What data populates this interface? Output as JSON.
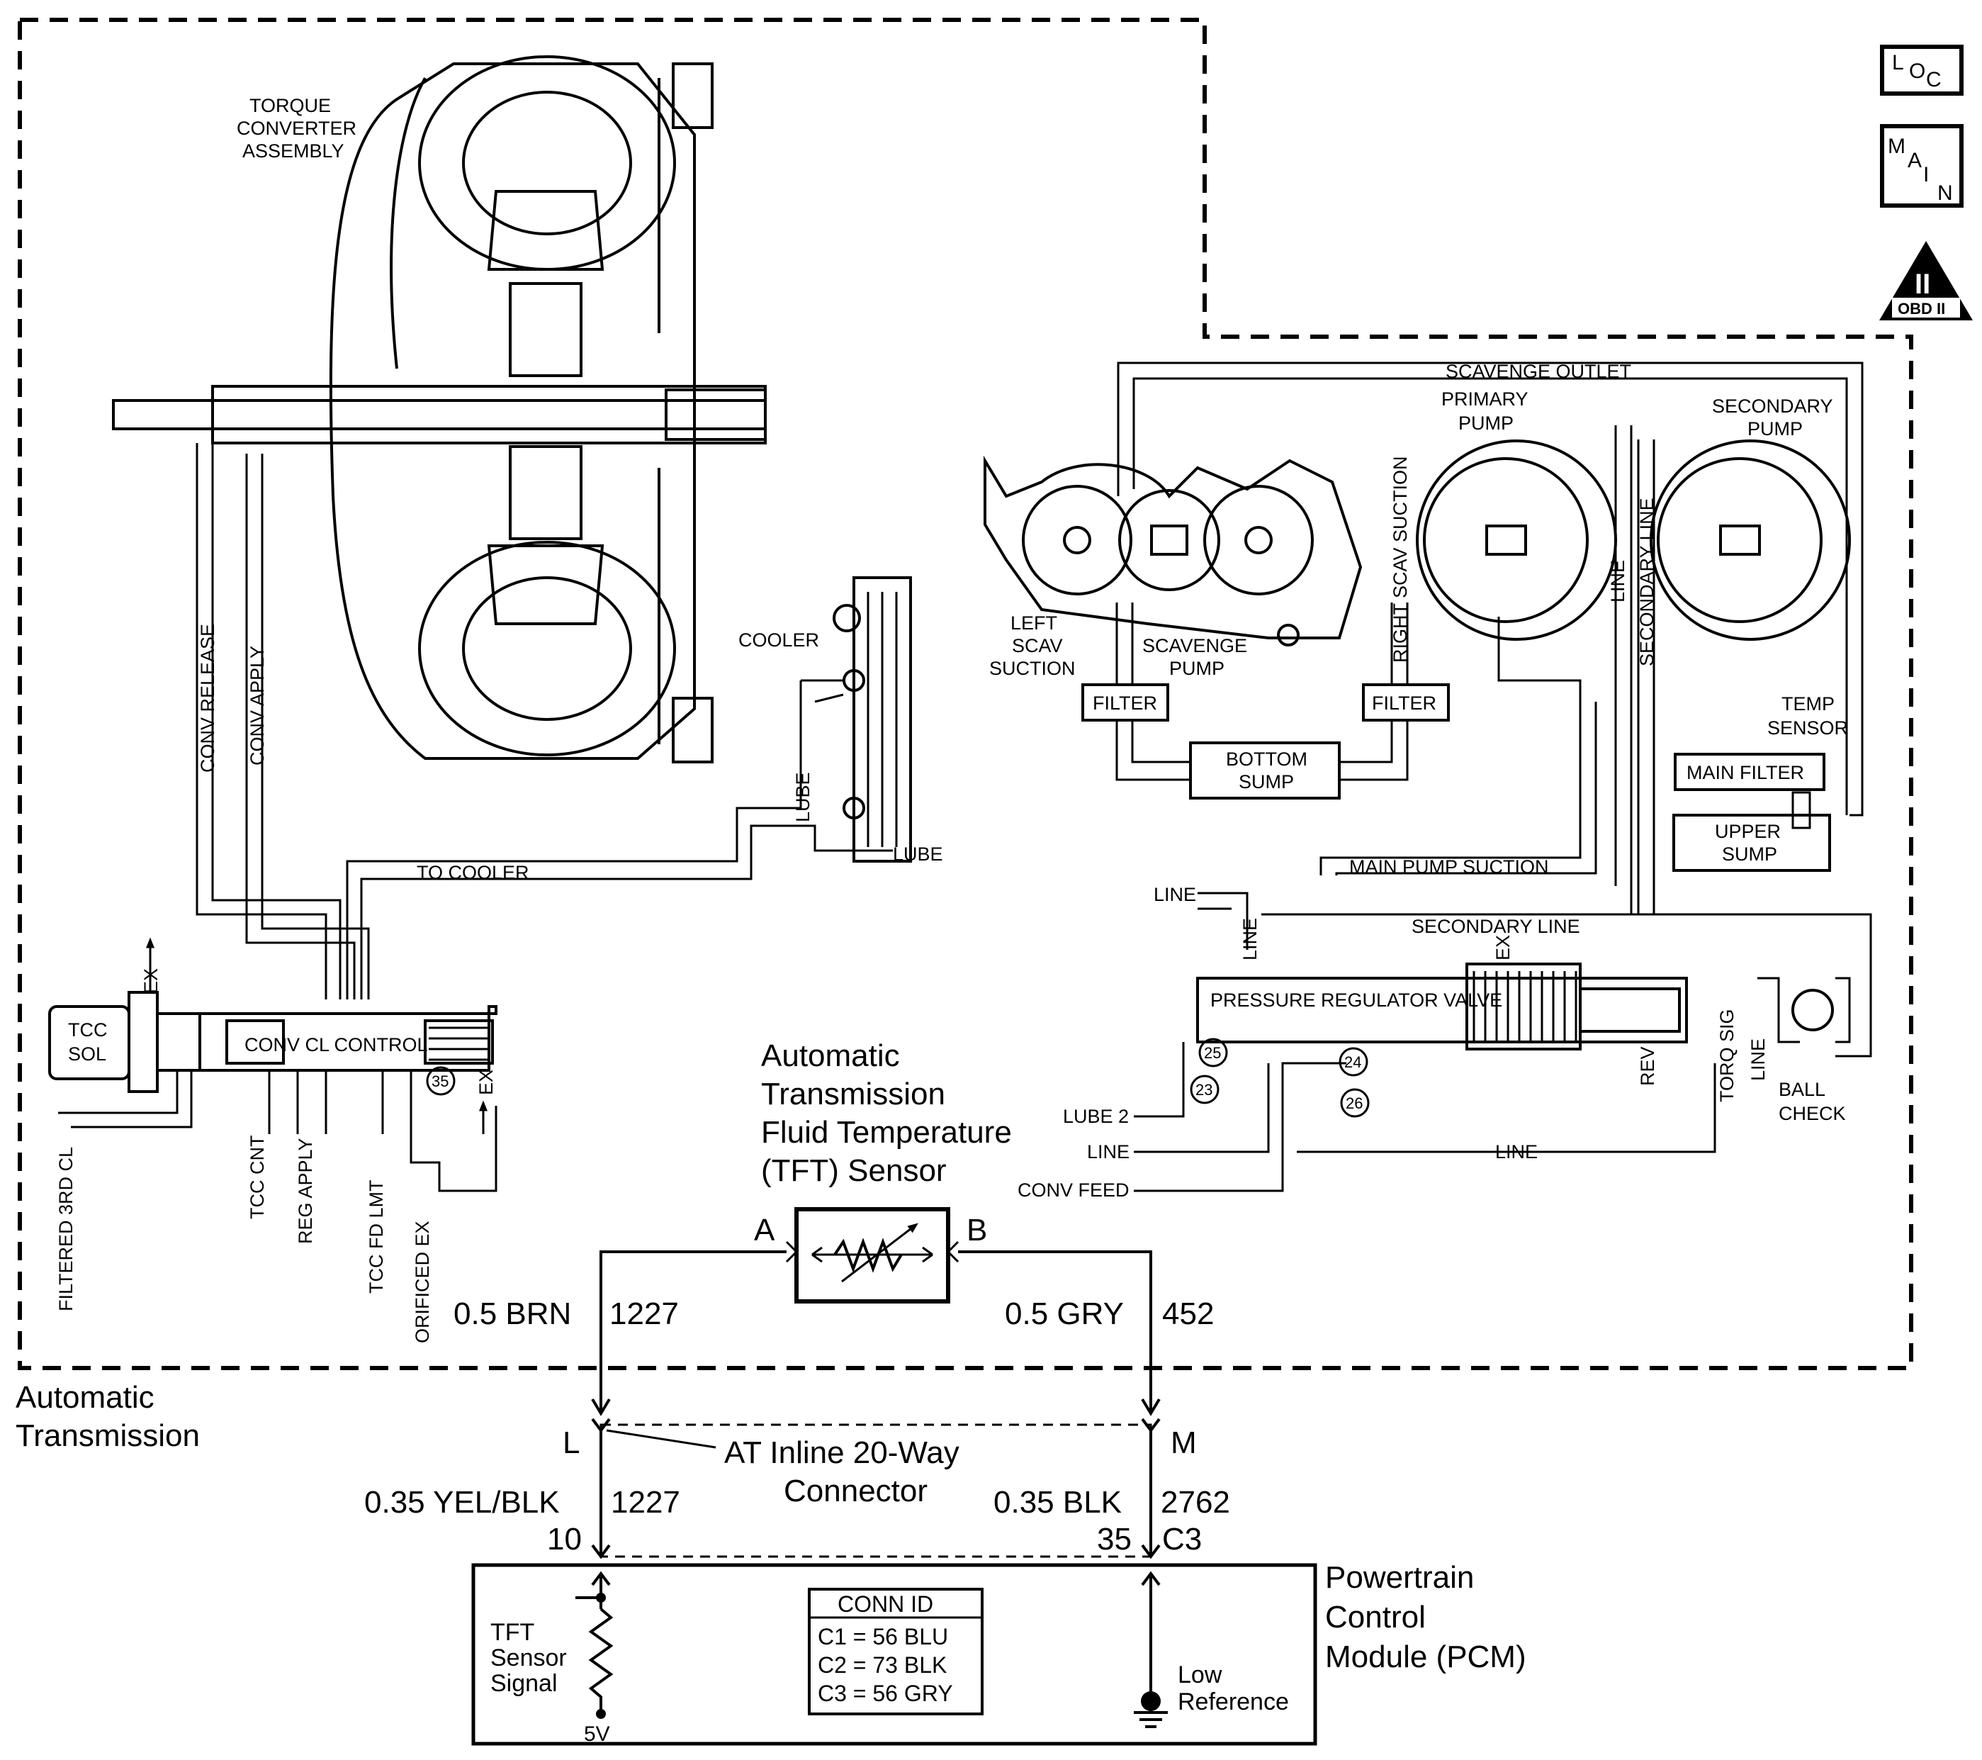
{
  "nav": {
    "loc": [
      "L",
      "O",
      "C"
    ],
    "main": [
      "M",
      "A",
      "I",
      "N"
    ],
    "obd_numeral": "II",
    "obd_text": "OBD II"
  },
  "transmission": {
    "region_label_1": "Automatic",
    "region_label_2": "Transmission",
    "torque_converter": [
      "TORQUE",
      "CONVERTER",
      "ASSEMBLY"
    ],
    "cooler": "COOLER",
    "lube": "LUBE",
    "lube_out": "LUBE",
    "to_cooler": "TO COOLER",
    "conv_release": "CONV RELEASE",
    "conv_apply": "CONV APPLY",
    "tcc_sol": [
      "TCC",
      "SOL"
    ],
    "ex_top": "EX",
    "ex_right": "EX",
    "conv_cl_control": "CONV CL CONTROL",
    "valve_num_35": "35",
    "filtered_3rd_cl": "FILTERED 3RD CL",
    "tcc_cnt": "TCC CNT",
    "reg_apply": "REG APPLY",
    "tcc_fd_lmt": "TCC FD LMT",
    "orificed_ex": "ORIFICED EX",
    "scavenge_outlet": "SCAVENGE OUTLET",
    "primary_pump": [
      "PRIMARY",
      "PUMP"
    ],
    "secondary_pump": [
      "SECONDARY",
      "PUMP"
    ],
    "left_scav": [
      "LEFT",
      "SCAV",
      "SUCTION"
    ],
    "scavenge_pump": [
      "SCAVENGE",
      "PUMP"
    ],
    "right_scav_suction": "RIGHT SCAV SUCTION",
    "line_vertical": "LINE",
    "secondary_line_vertical": "SECONDARY LINE",
    "filter_left": "FILTER",
    "filter_right": "FILTER",
    "bottom_sump": [
      "BOTTOM",
      "SUMP"
    ],
    "temp_sensor": [
      "TEMP",
      "SENSOR"
    ],
    "main_filter": "MAIN FILTER",
    "upper_sump": [
      "UPPER",
      "SUMP"
    ],
    "main_pump_suction": "MAIN PUMP SUCTION",
    "line_left": "LINE",
    "line_vert2": "LINE",
    "secondary_line": "SECONDARY LINE",
    "ex_reg": "EX",
    "pressure_regulator_valve": "PRESSURE REGULATOR VALVE",
    "n25": "25",
    "n23": "23",
    "n24": "24",
    "n26": "26",
    "lube_2": "LUBE 2",
    "line_in": "LINE",
    "line_bottom": "LINE",
    "conv_feed": "CONV FEED",
    "rev": "REV",
    "torq_sig": "TORQ SIG",
    "line_vert3": "LINE",
    "ball_check": [
      "BALL",
      "CHECK"
    ]
  },
  "sensor": {
    "title": [
      "Automatic",
      "Transmission",
      "Fluid Temperature",
      "(TFT) Sensor"
    ],
    "pin_a": "A",
    "pin_b": "B"
  },
  "wiring": {
    "wire_left_size": "0.5 BRN",
    "wire_left_circuit": "1227",
    "wire_right_size": "0.5 GRY",
    "wire_right_circuit": "452",
    "connector_pin_left": "L",
    "connector_pin_right": "M",
    "connector_name": [
      "AT Inline 20-Way",
      "Connector"
    ],
    "pcm_wire_left_size": "0.35 YEL/BLK",
    "pcm_wire_left_circuit": "1227",
    "pcm_wire_right_size": "0.35 BLK",
    "pcm_wire_right_circuit": "2762",
    "pcm_pin_left": "10",
    "pcm_pin_right": "35",
    "pcm_connector": "C3"
  },
  "pcm": {
    "name": [
      "Powertrain",
      "Control",
      "Module (PCM)"
    ],
    "signal_label": [
      "TFT",
      "Sensor",
      "Signal"
    ],
    "five_v": "5V",
    "low_reference": [
      "Low",
      "Reference"
    ],
    "conn_id_title": "CONN ID",
    "conn_id_rows": [
      "C1 = 56 BLU",
      "C2 = 73 BLK",
      "C3 = 56 GRY"
    ]
  }
}
